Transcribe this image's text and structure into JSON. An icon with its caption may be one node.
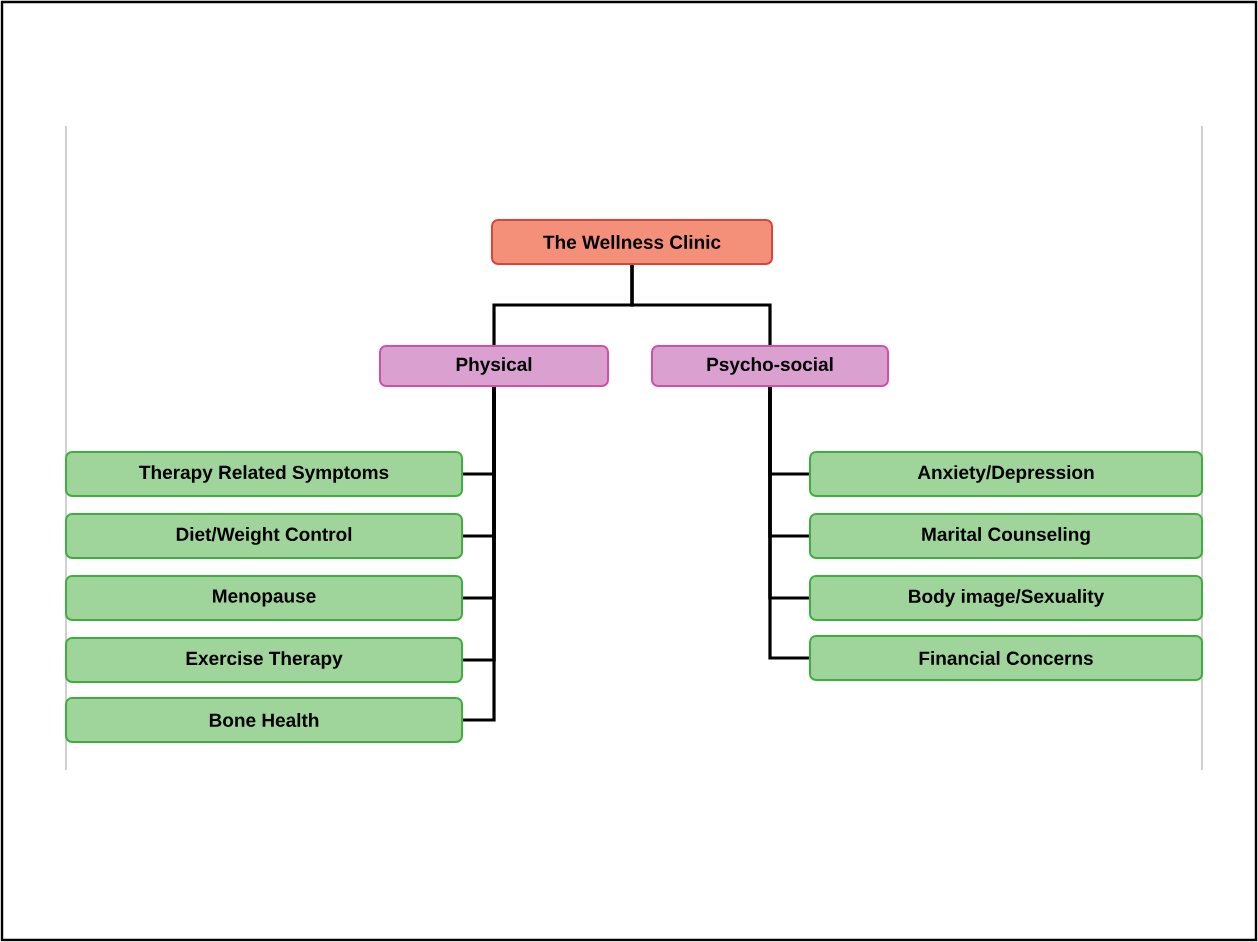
{
  "diagram": {
    "nodes": [
      {
        "text": [
          "The Wellness Clinic"
        ]
      },
      {
        "text": [
          "Physical"
        ]
      },
      {
        "text": [
          "Psycho-social"
        ]
      },
      {
        "text": [
          "Therapy Related Symptoms"
        ]
      },
      {
        "text": [
          "Diet/Weight Control"
        ]
      },
      {
        "text": [
          "Menopause"
        ]
      },
      {
        "text": [
          "Exercise Therapy"
        ]
      },
      {
        "text": [
          "Bone Health"
        ]
      },
      {
        "text": [
          "Anxiety/Depression"
        ]
      },
      {
        "text": [
          "Marital Counseling"
        ]
      },
      {
        "text": [
          "Body image/Sexuality"
        ]
      },
      {
        "text": [
          "Financial Concerns"
        ]
      }
    ],
    "edges": [
      {
        "from": 0,
        "to": 1,
        "arrow": "none"
      },
      {
        "from": 0,
        "to": 2,
        "arrow": "none"
      },
      {
        "from": 1,
        "to": 3,
        "arrow": "none"
      },
      {
        "from": 1,
        "to": 4,
        "arrow": "none"
      },
      {
        "from": 1,
        "to": 5,
        "arrow": "none"
      },
      {
        "from": 1,
        "to": 6,
        "arrow": "none"
      },
      {
        "from": 1,
        "to": 7,
        "arrow": "none"
      },
      {
        "from": 2,
        "to": 8,
        "arrow": "none"
      },
      {
        "from": 2,
        "to": 9,
        "arrow": "none"
      },
      {
        "from": 2,
        "to": 10,
        "arrow": "none"
      },
      {
        "from": 2,
        "to": 11,
        "arrow": "none"
      }
    ]
  }
}
